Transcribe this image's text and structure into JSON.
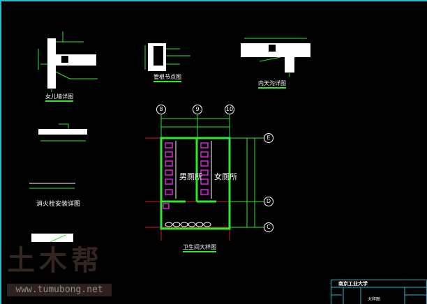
{
  "drawing": {
    "details": {
      "parapet": "女儿墙详图",
      "pipe_node": "管根节点图",
      "inner_gutter": "内天沟详图",
      "hydrant": "消火栓安装详图",
      "toilet_plan": "卫生间大样图"
    },
    "rooms": {
      "men": "男厕所",
      "women": "女厕所"
    },
    "axes": {
      "columns": [
        "8",
        "9",
        "10"
      ],
      "rows": [
        "E",
        "D",
        "C"
      ]
    },
    "colors": {
      "background": "#000000",
      "lines": "#2ee82e",
      "fixtures": "#e020e0",
      "grid": "#d02020",
      "frame": "#2bb8c8"
    }
  },
  "watermark": {
    "logo": "土木帮",
    "url": "www.tumubong.net"
  },
  "title_block": {
    "school": "南京工业大学",
    "sheet": "大样图"
  }
}
